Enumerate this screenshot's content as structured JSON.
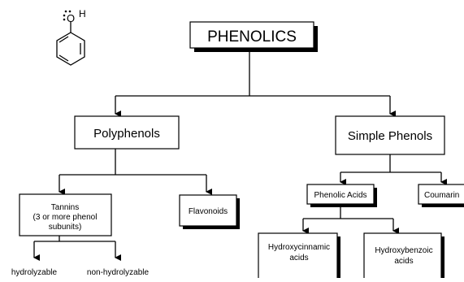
{
  "molecule": {
    "oxygen_label": "O",
    "hydrogen_label": "H"
  },
  "nodes": {
    "phenolics": "PHENOLICS",
    "polyphenols": "Polyphenols",
    "simple_phenols": "Simple Phenols",
    "tannins": [
      "Tannins",
      "(3 or more phenol",
      "subunits)"
    ],
    "flavonoids": "Flavonoids",
    "phenolic_acids": "Phenolic Acids",
    "coumarins": "Coumarin",
    "hydroxycinnamic": [
      "Hydroxycinnamic",
      "acids"
    ],
    "hydroxybenzoic": [
      "Hydroxybenzoic",
      "acids"
    ],
    "hydrolyzable": "hydrolyzable",
    "non_hydrolyzable": "non-hydrolyzable"
  }
}
